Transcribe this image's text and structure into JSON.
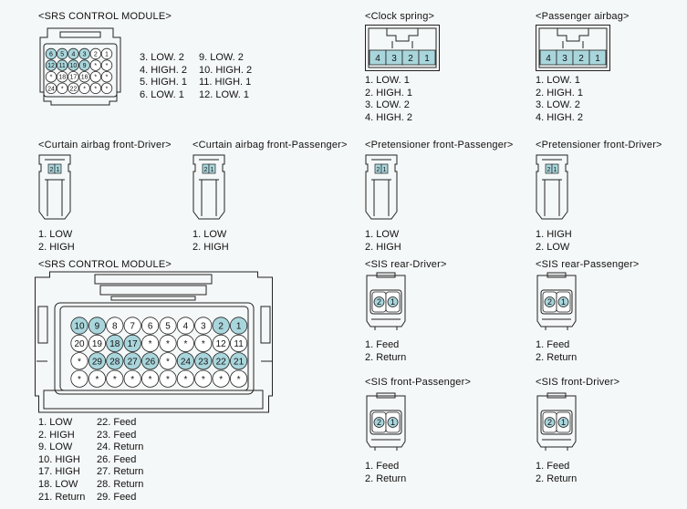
{
  "sections": {
    "srs_top": {
      "title": "<SRS CONTROL MODULE>",
      "pins_col1": [
        "3. LOW. 2",
        "4. HIGH. 2",
        "5. HIGH. 1",
        "6. LOW. 1"
      ],
      "pins_col2": [
        "9. LOW. 2",
        "10. HIGH. 2",
        "11. HIGH. 1",
        "12. LOW. 1"
      ],
      "cells": [
        [
          "6",
          "5",
          "4",
          "3",
          "2",
          "1"
        ],
        [
          "12",
          "11",
          "10",
          "9",
          "*",
          "*"
        ],
        [
          "*",
          "18",
          "17",
          "16",
          "*",
          "*"
        ],
        [
          "24",
          "*",
          "22",
          "*",
          "*",
          "*"
        ]
      ]
    },
    "clock_spring": {
      "title": "<Clock spring>",
      "pins": [
        "1. LOW. 1",
        "2. HIGH. 1",
        "3. LOW. 2",
        "4. HIGH. 2"
      ],
      "cells": [
        "4",
        "3",
        "2",
        "1"
      ]
    },
    "passenger_airbag": {
      "title": "<Passenger airbag>",
      "pins": [
        "1. LOW. 1",
        "2. HIGH. 1",
        "3. LOW. 2",
        "4. HIGH. 2"
      ],
      "cells": [
        "4",
        "3",
        "2",
        "1"
      ]
    },
    "curtain_driver": {
      "title": "<Curtain airbag front-Driver>",
      "pins": [
        "1. LOW",
        "2. HIGH"
      ],
      "cells": [
        "2",
        "1"
      ]
    },
    "curtain_passenger": {
      "title": "<Curtain airbag front-Passenger>",
      "pins": [
        "1. LOW",
        "2. HIGH"
      ],
      "cells": [
        "2",
        "1"
      ]
    },
    "pretensioner_passenger": {
      "title": "<Pretensioner front-Passenger>",
      "pins": [
        "1. LOW",
        "2. HIGH"
      ],
      "cells": [
        "2",
        "1"
      ]
    },
    "pretensioner_driver": {
      "title": "<Pretensioner front-Driver>",
      "pins": [
        "1. HIGH",
        "2. LOW"
      ],
      "cells": [
        "2",
        "1"
      ]
    },
    "srs_bottom": {
      "title": "<SRS CONTROL MODULE>",
      "pins_col1": [
        "1. LOW",
        "2. HIGH",
        "9. LOW",
        "10. HIGH",
        "17. HIGH",
        "18. LOW",
        "21. Return"
      ],
      "pins_col2": [
        "22. Feed",
        "23. Feed",
        "24. Return",
        "26. Feed",
        "27. Return",
        "28. Return",
        "29. Feed"
      ],
      "cells": [
        [
          "10",
          "9",
          "8",
          "7",
          "6",
          "5",
          "4",
          "3",
          "2",
          "1"
        ],
        [
          "20",
          "19",
          "18",
          "17",
          "*",
          "*",
          "*",
          "*",
          "12",
          "11"
        ],
        [
          "*",
          "29",
          "28",
          "27",
          "26",
          "*",
          "24",
          "23",
          "22",
          "21"
        ],
        [
          "*",
          "*",
          "*",
          "*",
          "*",
          "*",
          "*",
          "*",
          "*",
          "*"
        ]
      ]
    },
    "sis_rear_driver": {
      "title": "<SIS rear-Driver>",
      "pins": [
        "1. Feed",
        "2. Return"
      ],
      "cells": [
        "2",
        "1"
      ]
    },
    "sis_rear_passenger": {
      "title": "<SIS rear-Passenger>",
      "pins": [
        "1. Feed",
        "2. Return"
      ],
      "cells": [
        "2",
        "1"
      ]
    },
    "sis_front_passenger": {
      "title": "<SIS front-Passenger>",
      "pins": [
        "1. Feed",
        "2. Return"
      ],
      "cells": [
        "2",
        "1"
      ]
    },
    "sis_front_driver": {
      "title": "<SIS front-Driver>",
      "pins": [
        "1. Feed",
        "2. Return"
      ],
      "cells": [
        "2",
        "1"
      ]
    }
  },
  "colors": {
    "highlight": "#a9d6dc",
    "pin_plain": "#ffffff",
    "outline": "#222222",
    "background": "#f5f8f8"
  }
}
